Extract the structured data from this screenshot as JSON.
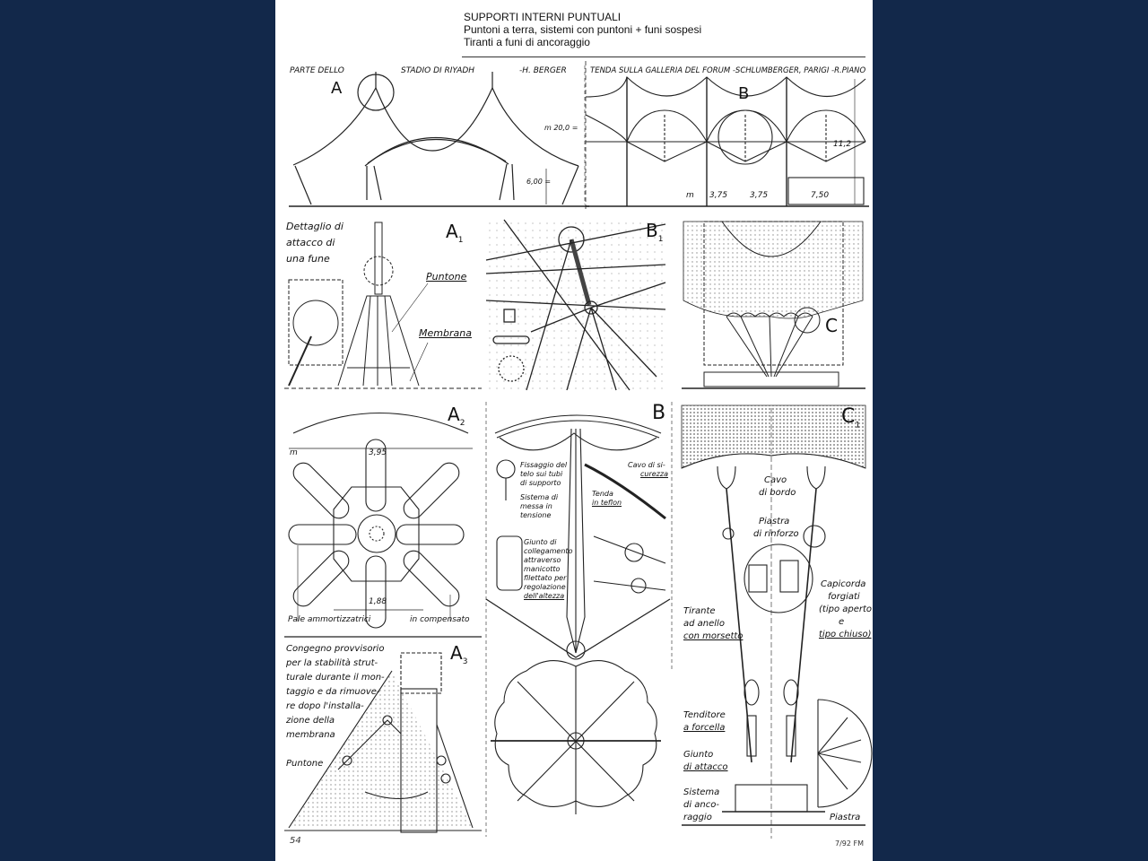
{
  "header": {
    "title": "SUPPORTI INTERNI PUNTUALI",
    "subtitle_1": "Puntoni a terra, sistemi con puntoni + funi sospesi",
    "subtitle_2": "Tiranti a funi di ancoraggio"
  },
  "elevation_a": {
    "caption_left": "PARTE DELLO",
    "caption_mid": "STADIO DI RIYADH",
    "caption_right": "-H. BERGER",
    "label": "A",
    "dim_height": "m 20,0 =",
    "dim_low": "6,00 ="
  },
  "elevation_b": {
    "caption": "TENDA SULLA GALLERIA DEL FORUM -SCHLUMBERGER, PARIGI -R.PIANO",
    "label": "B",
    "dim_height": "11,2",
    "dim_unit": "m",
    "dim_1": "3,75",
    "dim_2": "3,75",
    "dim_3": "7,50"
  },
  "detail_a1": {
    "label": "A",
    "sub": "1",
    "note_1": "Dettaglio di",
    "note_2": "attacco di",
    "note_3": "una fune",
    "callout_1": "Puntone",
    "callout_2": "Membrana"
  },
  "detail_b1": {
    "label": "B",
    "sub": "1"
  },
  "detail_c": {
    "label": "C"
  },
  "detail_a2": {
    "label": "A",
    "sub": "2",
    "dim_unit": "m",
    "dim_top": "3,95",
    "dim_bottom": "1,88",
    "caption_left": "Pale ammortizzatrici",
    "caption_right": "in compensato"
  },
  "detail_b": {
    "label": "B",
    "note_1a": "Fissaggio del",
    "note_1b": "telo sui tubi",
    "note_1c": "di supporto",
    "note_2a": "Sistema di",
    "note_2b": "messa in",
    "note_2c": "tensione",
    "note_3a": "Giunto di",
    "note_3b": "collegamento",
    "note_3c": "attraverso",
    "note_3d": "manicotto",
    "note_3e": "filettato per",
    "note_3f": "regolazione",
    "note_3g": "dell'altezza",
    "note_4a": "Cavo di si-",
    "note_4b": "curezza",
    "note_5a": "Tenda",
    "note_5b": "in teflon"
  },
  "detail_c1": {
    "label": "C",
    "sub": "1",
    "note_1a": "Cavo",
    "note_1b": "di bordo",
    "note_2a": "Piastra",
    "note_2b": "di rinforzo",
    "note_3a": "Tirante",
    "note_3b": "ad anello",
    "note_3c": "con morsetto",
    "note_4a": "Capicorda",
    "note_4b": "forgiati",
    "note_4c": "(tipo aperto",
    "note_4d": "e",
    "note_4e": "tipo chiuso)",
    "note_5a": "Tenditore",
    "note_5b": "a forcella",
    "note_6a": "Giunto",
    "note_6b": "di attacco",
    "note_7a": "Sistema",
    "note_7b": "di anco-",
    "note_7c": "raggio",
    "note_8": "Piastra"
  },
  "detail_a3": {
    "label": "A",
    "sub": "3",
    "note_1": "Congegno provvisorio",
    "note_2": "per la stabilità strut-",
    "note_3": "turale durante il mon-",
    "note_4": "taggio e da rimuove-",
    "note_5": "re dopo l'installa-",
    "note_6": "zione della",
    "note_7": "membrana",
    "callout": "Puntone"
  },
  "footer": {
    "page_number": "54",
    "signature": "7/92 FM"
  }
}
